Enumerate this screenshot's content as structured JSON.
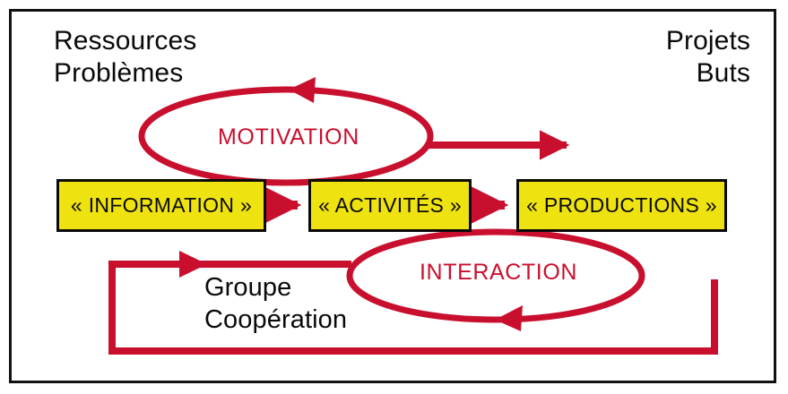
{
  "diagram": {
    "title_text_top_left": "Ressources\nProblèmes",
    "title_text_top_right": "Projets\nButs",
    "corners": {
      "top_left_line1": "Ressources",
      "top_left_line2": "Problèmes",
      "top_right_line1": "Projets",
      "top_right_line2": "Buts",
      "bottom_mid_line1": "Groupe",
      "bottom_mid_line2": "Coopération"
    },
    "nodes": [
      {
        "id": "information",
        "label": "« INFORMATION »"
      },
      {
        "id": "activites",
        "label": "« ACTIVITÉS »"
      },
      {
        "id": "productions",
        "label": "« PRODUCTIONS »"
      }
    ],
    "loops": [
      {
        "id": "motivation",
        "label": "MOTIVATION",
        "direction": "counter-clockwise",
        "position": "above-nodes"
      },
      {
        "id": "interaction",
        "label": "INTERACTION",
        "direction": "counter-clockwise",
        "position": "below-nodes"
      }
    ],
    "flow_arrows": [
      {
        "from": "information",
        "to": "activites",
        "direction": "right"
      },
      {
        "from": "activites",
        "to": "productions",
        "direction": "right"
      },
      {
        "from": "motivation-loop",
        "to": "projets-buts",
        "direction": "right"
      },
      {
        "from": "interaction-loop",
        "to": "feedback-return",
        "direction": "left"
      }
    ],
    "colors": {
      "accent_red": "#C8102E",
      "node_fill_yellow": "#EFE211",
      "node_border": "#0a0a0a",
      "frame_border": "#111111",
      "text_black": "#0a0a0a",
      "background": "#ffffff"
    }
  }
}
